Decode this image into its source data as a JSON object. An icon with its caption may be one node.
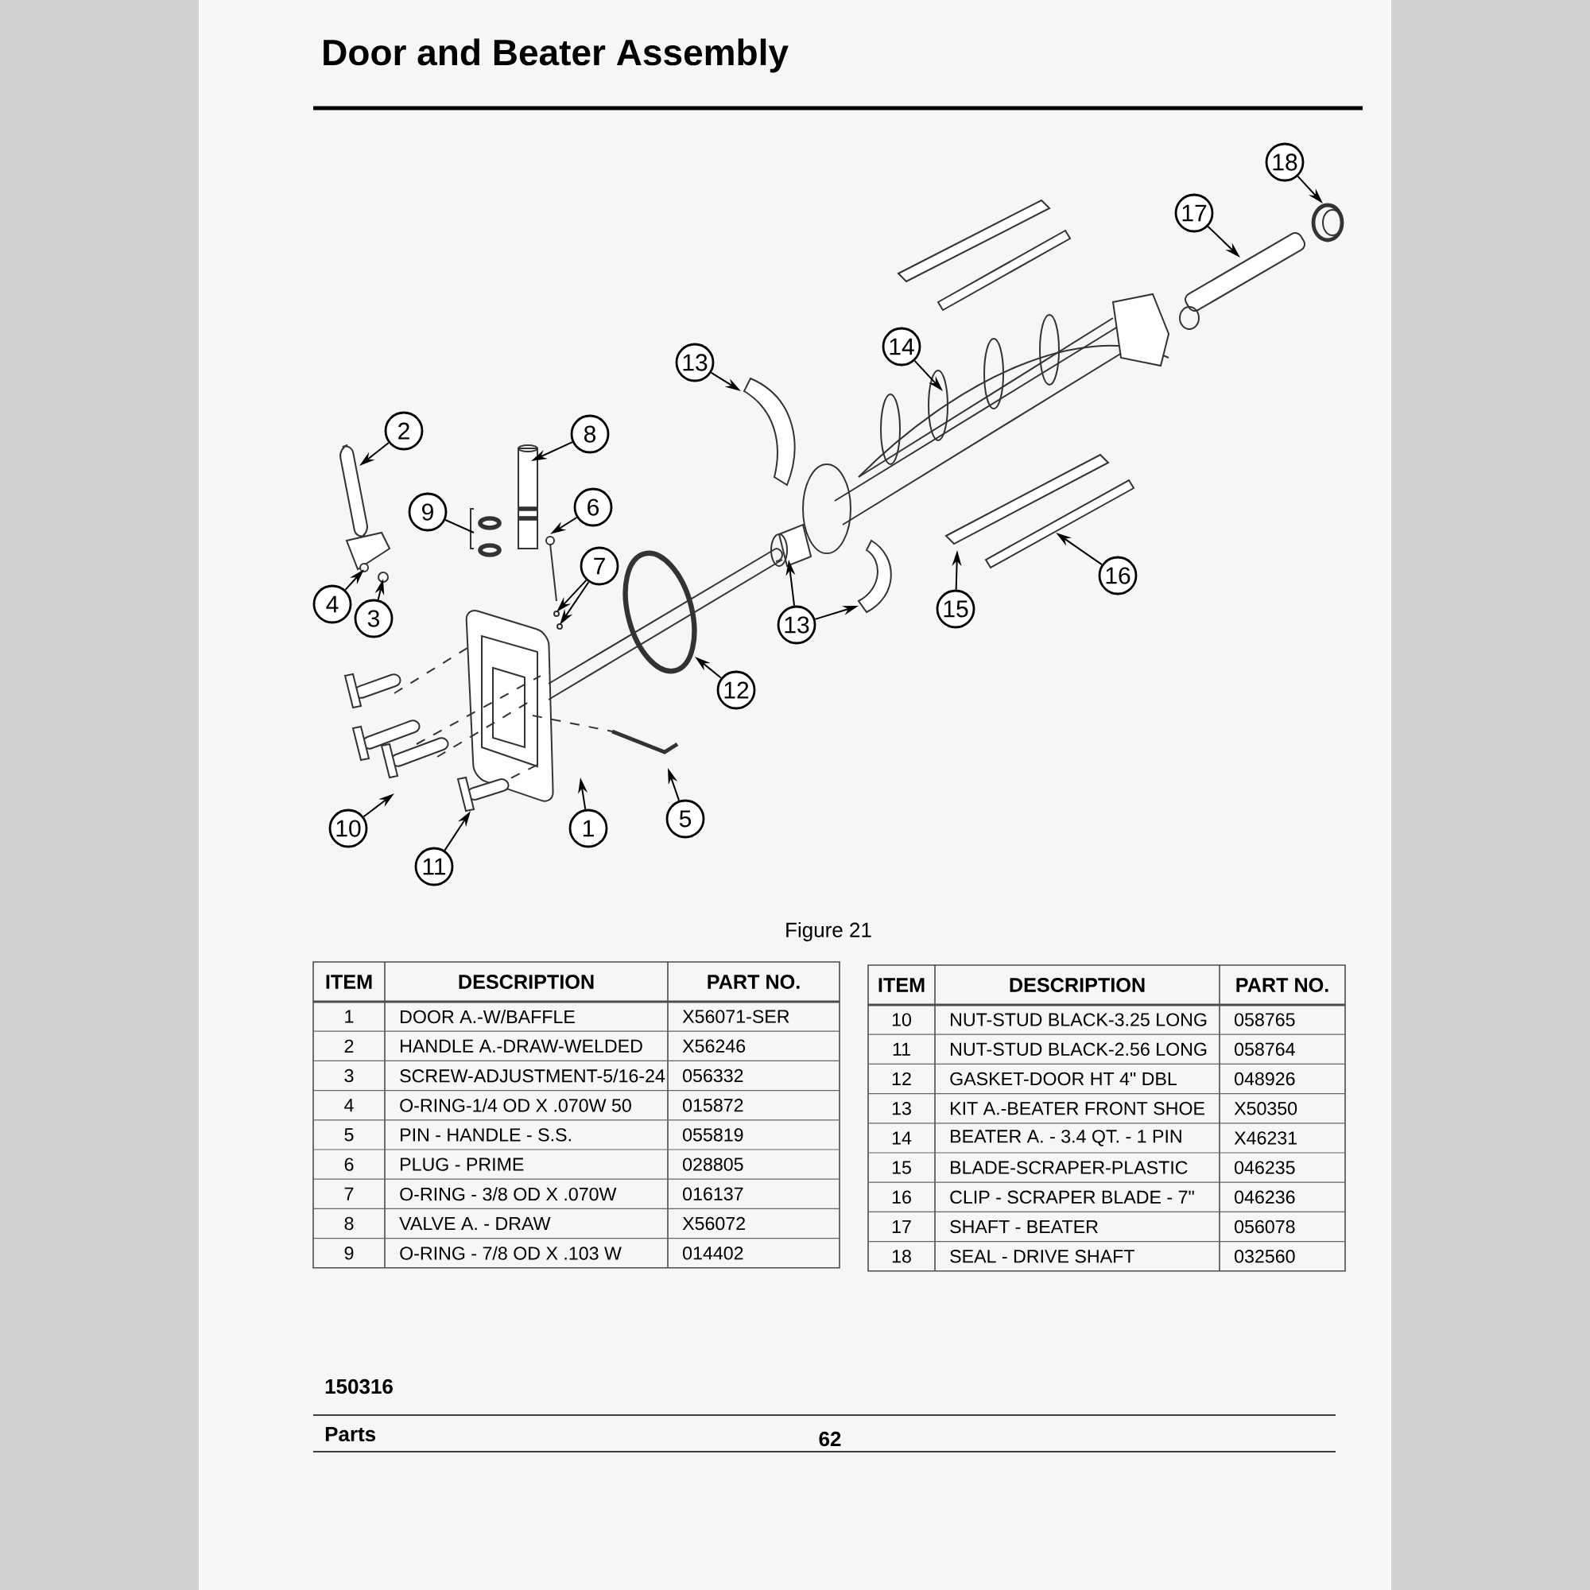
{
  "diagram": {
    "title": "Door and Beater Assembly",
    "nodes": [
      {
        "text": [
          "18"
        ]
      },
      {
        "text": [
          "17"
        ]
      },
      {
        "text": [
          "14"
        ]
      },
      {
        "text": [
          "13"
        ]
      },
      {
        "text": [
          "2"
        ]
      },
      {
        "text": [
          "8"
        ]
      },
      {
        "text": [
          "6"
        ]
      },
      {
        "text": [
          "9"
        ]
      },
      {
        "text": [
          "7"
        ]
      },
      {
        "text": [
          "16"
        ]
      },
      {
        "text": [
          "4"
        ]
      },
      {
        "text": [
          "15"
        ]
      },
      {
        "text": [
          "3"
        ]
      },
      {
        "text": [
          "13"
        ]
      },
      {
        "text": [
          "12"
        ]
      },
      {
        "text": [
          "1"
        ]
      },
      {
        "text": [
          "5"
        ]
      },
      {
        "text": [
          "10"
        ]
      },
      {
        "text": [
          "11"
        ]
      }
    ],
    "edges": [
      {
        "from": 0,
        "to": null,
        "arrow": "to"
      },
      {
        "from": 1,
        "to": null,
        "arrow": "to"
      },
      {
        "from": 2,
        "to": null,
        "arrow": "to"
      },
      {
        "from": 3,
        "to": null,
        "arrow": "to"
      },
      {
        "from": 4,
        "to": null,
        "arrow": "to"
      },
      {
        "from": 5,
        "to": null,
        "arrow": "to"
      },
      {
        "from": 6,
        "to": null,
        "arrow": "to"
      },
      {
        "from": 7,
        "to": null,
        "arrow": "none"
      },
      {
        "from": 8,
        "to": null,
        "arrow": "to"
      },
      {
        "from": 8,
        "to": null,
        "arrow": "to"
      },
      {
        "from": 9,
        "to": null,
        "arrow": "to"
      },
      {
        "from": 10,
        "to": null,
        "arrow": "to"
      },
      {
        "from": 11,
        "to": null,
        "arrow": "to"
      },
      {
        "from": 12,
        "to": null,
        "arrow": "to"
      },
      {
        "from": 13,
        "to": null,
        "arrow": "to"
      },
      {
        "from": 13,
        "to": null,
        "arrow": "to"
      },
      {
        "from": 14,
        "to": null,
        "arrow": "to"
      },
      {
        "from": 15,
        "to": null,
        "arrow": "to"
      },
      {
        "from": 16,
        "to": null,
        "arrow": "to"
      },
      {
        "from": 17,
        "to": null,
        "arrow": "to"
      },
      {
        "from": 18,
        "to": null,
        "arrow": "to"
      }
    ],
    "labels": [
      "Figure 21",
      "ITEM",
      "DESCRIPTION",
      "PART NO.",
      "1",
      "DOOR A.-W/BAFFLE",
      "X56071-SER",
      "2",
      "HANDLE A.-DRAW-WELDED",
      "X56246",
      "3",
      "SCREW-ADJUSTMENT-5/16-24",
      "056332",
      "4",
      "O-RING-1/4 OD X .070W 50",
      "015872",
      "5",
      "PIN - HANDLE - S.S.",
      "055819",
      "6",
      "PLUG - PRIME",
      "028805",
      "7",
      "O-RING - 3/8 OD X .070W",
      "016137",
      "8",
      "VALVE A. - DRAW",
      "X56072",
      "9",
      "O-RING - 7/8 OD X .103 W",
      "014402",
      "ITEM",
      "DESCRIPTION",
      "PART NO.",
      "10",
      "NUT-STUD BLACK-3.25 LONG",
      "058765",
      "11",
      "NUT-STUD BLACK-2.56 LONG",
      "058764",
      "12",
      "GASKET-DOOR  HT 4\" DBL",
      "048926",
      "13",
      "KIT A.-BEATER FRONT SHOE",
      "X50350",
      "14",
      "BEATER A. - 3.4 QT. - 1 PIN",
      "X46231",
      "15",
      "BLADE-SCRAPER-PLASTIC",
      "046235",
      "16",
      "CLIP - SCRAPER BLADE - 7\"",
      "046236",
      "17",
      "SHAFT - BEATER",
      "056078",
      "18",
      "SEAL - DRIVE SHAFT",
      "032560",
      "150316",
      "Parts",
      "62"
    ]
  }
}
